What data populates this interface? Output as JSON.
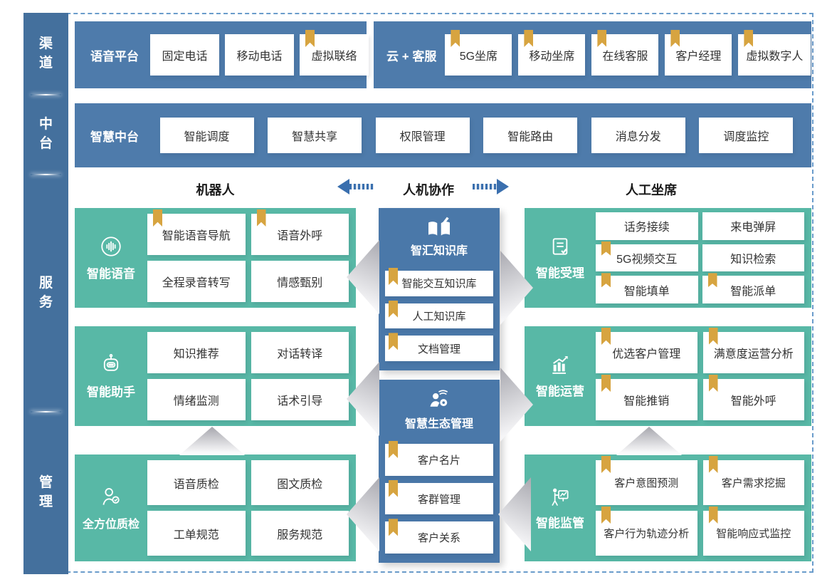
{
  "colors": {
    "panel_blue": "#4e7bab",
    "sidebar_blue": "#44709d",
    "center_blue": "#4a78a9",
    "green": "#58b8a6",
    "bookmark_gold": "#d7a440",
    "arrow_blue": "#3a6fae",
    "border_dash": "#6a9ccb"
  },
  "sidebar": {
    "items": [
      {
        "label": "渠道"
      },
      {
        "label": "中台"
      },
      {
        "label": "服务"
      },
      {
        "label": "管理"
      }
    ]
  },
  "channel_row": {
    "voice_panel": {
      "title": "语音平台",
      "items": [
        {
          "label": "固定电话"
        },
        {
          "label": "移动电话"
        },
        {
          "label": "虚拟联络"
        }
      ]
    },
    "cloud_panel": {
      "title": "云 + 客服",
      "items": [
        {
          "label": "5G坐席"
        },
        {
          "label": "移动坐席"
        },
        {
          "label": "在线客服"
        },
        {
          "label": "客户经理"
        },
        {
          "label": "虚拟数字人"
        }
      ]
    }
  },
  "midplatform_row": {
    "title": "智慧中台",
    "items": [
      {
        "label": "智能调度"
      },
      {
        "label": "智慧共享"
      },
      {
        "label": "权限管理"
      },
      {
        "label": "智能路由"
      },
      {
        "label": "消息分发"
      },
      {
        "label": "调度监控"
      }
    ]
  },
  "collab_header": {
    "left": "机器人",
    "center": "人机协作",
    "right": "人工坐席"
  },
  "robot_column": {
    "blocks": [
      {
        "title": "智能语音",
        "icon": "voice-wave-icon",
        "items": [
          {
            "label": "智能语音导航",
            "bookmark": true
          },
          {
            "label": "语音外呼",
            "bookmark": true
          },
          {
            "label": "全程录音转写",
            "bookmark": false
          },
          {
            "label": "情感甄别",
            "bookmark": false
          }
        ]
      },
      {
        "title": "智能助手",
        "icon": "robot-icon",
        "items": [
          {
            "label": "知识推荐",
            "bookmark": false
          },
          {
            "label": "对话转译",
            "bookmark": false
          },
          {
            "label": "情绪监测",
            "bookmark": false
          },
          {
            "label": "话术引导",
            "bookmark": false
          }
        ]
      },
      {
        "title": "全方位质检",
        "icon": "quality-inspector-icon",
        "items": [
          {
            "label": "语音质检",
            "bookmark": false
          },
          {
            "label": "图文质检",
            "bookmark": false
          },
          {
            "label": "工单规范",
            "bookmark": false
          },
          {
            "label": "服务规范",
            "bookmark": false
          }
        ]
      }
    ]
  },
  "center_column": {
    "blocks": [
      {
        "title": "智汇知识库",
        "icon": "knowledge-book-icon",
        "items": [
          {
            "label": "智能交互知识库",
            "bookmark": true
          },
          {
            "label": "人工知识库",
            "bookmark": true
          },
          {
            "label": "文档管理",
            "bookmark": true
          }
        ]
      },
      {
        "title": "智慧生态管理",
        "icon": "eco-person-icon",
        "items": [
          {
            "label": "客户名片",
            "bookmark": true
          },
          {
            "label": "客群管理",
            "bookmark": true
          },
          {
            "label": "客户关系",
            "bookmark": true
          }
        ]
      }
    ]
  },
  "agent_column": {
    "blocks": [
      {
        "title": "智能受理",
        "icon": "doc-check-icon",
        "items": [
          {
            "label": "话务接续",
            "bookmark": false
          },
          {
            "label": "来电弹屏",
            "bookmark": false
          },
          {
            "label": "5G视频交互",
            "bookmark": true
          },
          {
            "label": "知识检索",
            "bookmark": false
          },
          {
            "label": "智能填单",
            "bookmark": true
          },
          {
            "label": "智能派单",
            "bookmark": true
          }
        ]
      },
      {
        "title": "智能运营",
        "icon": "chart-up-icon",
        "items": [
          {
            "label": "优选客户管理",
            "bookmark": true
          },
          {
            "label": "满意度运营分析",
            "bookmark": true
          },
          {
            "label": "智能推销",
            "bookmark": true
          },
          {
            "label": "智能外呼",
            "bookmark": true
          }
        ]
      },
      {
        "title": "智能监管",
        "icon": "monitor-board-icon",
        "items": [
          {
            "label": "客户意图预测",
            "bookmark": true
          },
          {
            "label": "客户需求挖掘",
            "bookmark": true
          },
          {
            "label": "客户行为轨迹分析",
            "bookmark": true
          },
          {
            "label": "智能响应式监控",
            "bookmark": true
          }
        ]
      }
    ]
  }
}
